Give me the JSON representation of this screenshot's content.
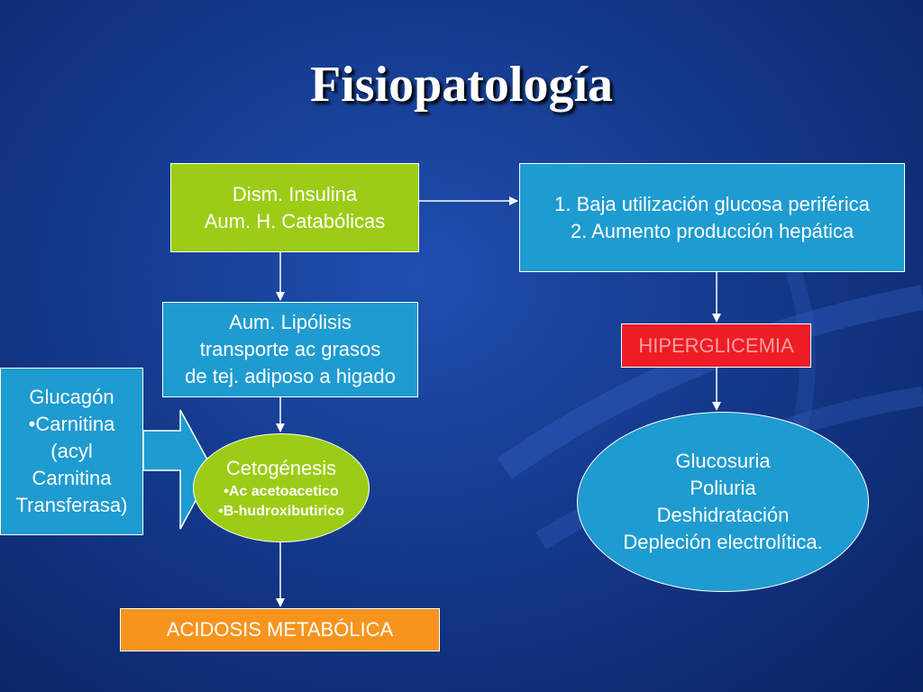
{
  "title": "Fisiopatología",
  "nodes": {
    "insulina": {
      "lines": [
        "Dism. Insulina",
        "Aum. H. Catabólicas"
      ]
    },
    "utilizacion": {
      "lines": [
        "1. Baja utilización glucosa periférica",
        "2. Aumento producción hepática"
      ]
    },
    "lipolisis": {
      "lines": [
        "Aum. Lipólisis",
        "transporte ac grasos",
        "de tej. adiposo a higado"
      ]
    },
    "hiperglucemia": {
      "label": "HIPERGLICEMIA"
    },
    "glucagon": {
      "lines": [
        "Glucagón",
        "•Carnitina",
        "(acyl",
        "Carnitina",
        "Transferasa)"
      ]
    },
    "cetogenesis": {
      "label": "Cetogénesis",
      "items": [
        "•Ac acetoacetico",
        "•B-hudroxibutirico"
      ]
    },
    "glucosuria": {
      "lines": [
        "Glucosuria",
        "Poliuria",
        "Deshidratación",
        "Depleción electrolítica."
      ]
    },
    "acidosis": {
      "label": "ACIDOSIS METABÓLICA"
    }
  },
  "colors": {
    "green": "#9ccc15",
    "blue": "#1e9bd0",
    "red": "#ee1c25",
    "orange": "#f7941d",
    "text": "#ffffff"
  }
}
